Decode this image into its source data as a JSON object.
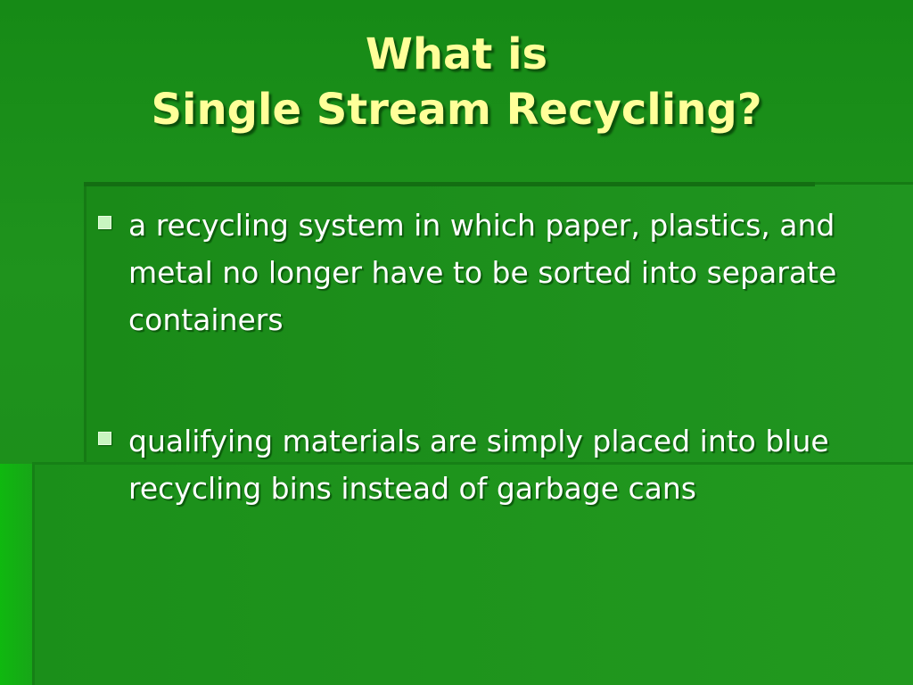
{
  "slide": {
    "title_line1": "What is",
    "title_line2": "Single Stream Recycling?",
    "bullets": [
      "a recycling system in which paper, plastics, and metal no longer have to be sorted into separate containers",
      "qualifying materials are simply placed into blue recycling bins instead of garbage cans"
    ],
    "colors": {
      "background": "#1f8f1f",
      "title": "#ffff99",
      "body_text": "#ffffff",
      "bullet_marker": "#c8f5c0"
    }
  }
}
